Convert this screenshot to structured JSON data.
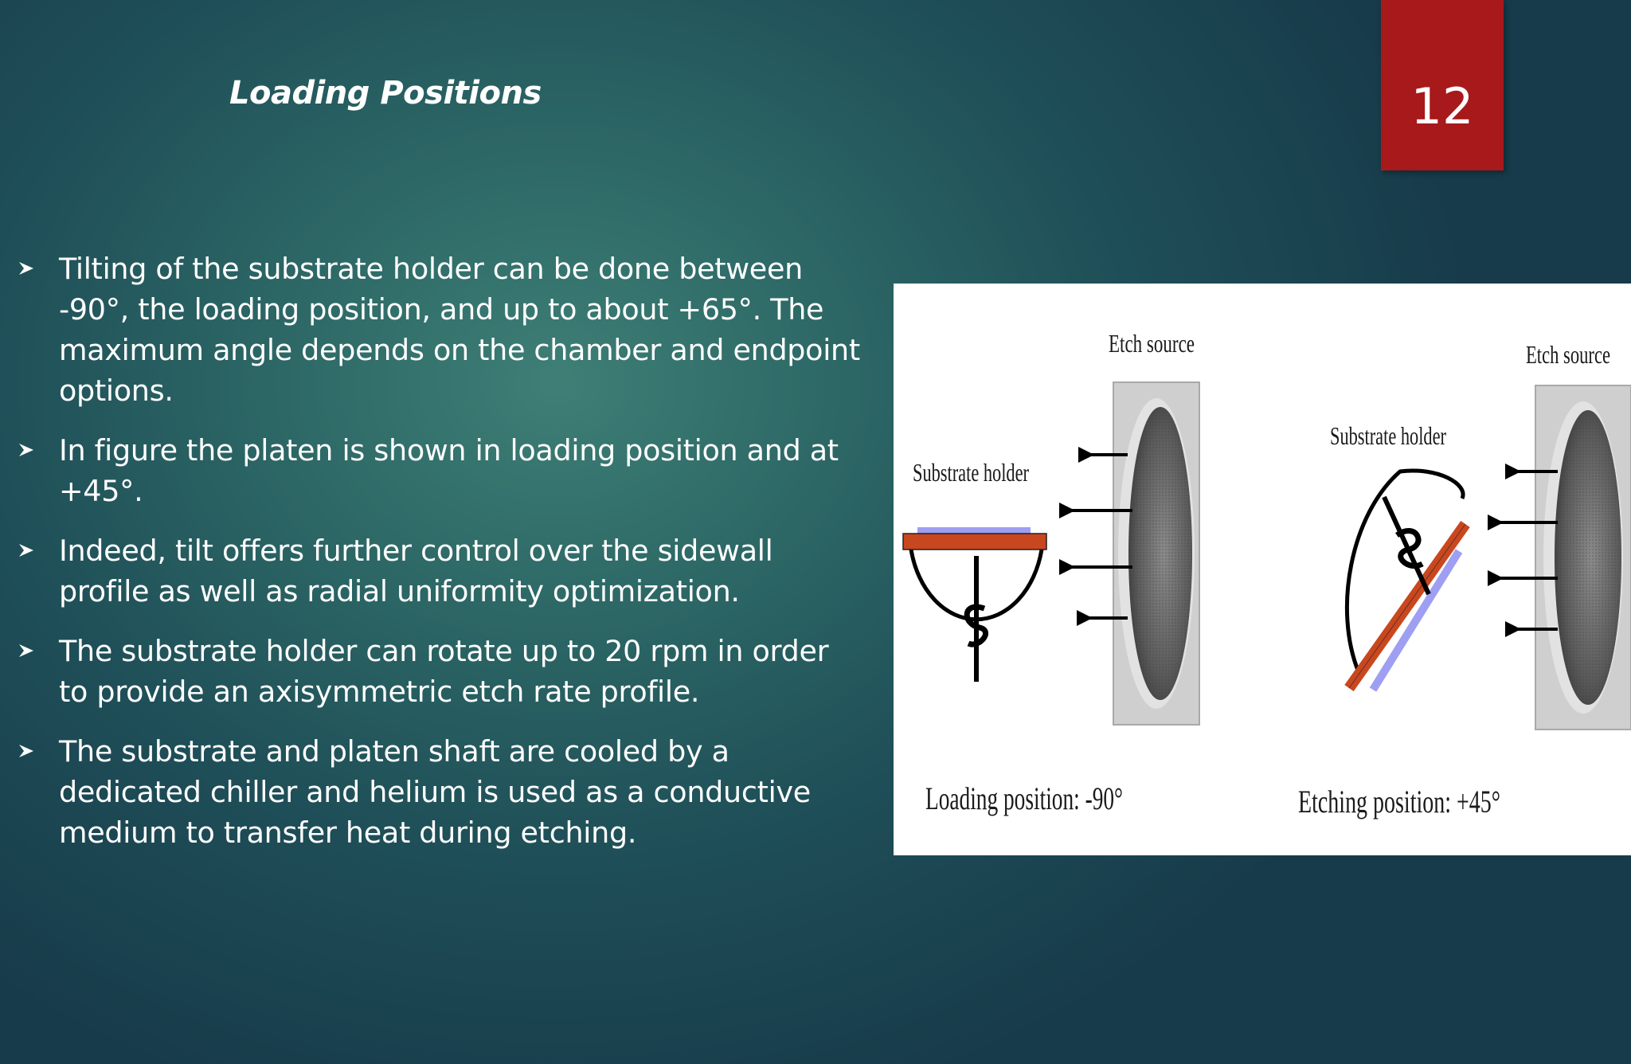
{
  "slide": {
    "title": "Loading Positions",
    "page_number": "12"
  },
  "bullets": [
    "Tilting of the substrate holder can be done between -90°, the loading position, and up to about +65°. The maximum angle depends on the chamber and endpoint options.",
    "In figure the platen is shown in loading position and at +45°.",
    "Indeed, tilt offers further control over the sidewall profile as well as radial uniformity optimization.",
    "The substrate holder can rotate up to 20 rpm in order to provide an axisymmetric etch rate profile.",
    "The substrate and platen shaft are cooled by a dedicated chiller and helium is used as a conductive medium to transfer heat during etching."
  ],
  "figure": {
    "left_panel": {
      "etch_source_label": "Etch source",
      "substrate_holder_label": "Substrate holder",
      "caption": "Loading position: -90°"
    },
    "right_panel": {
      "etch_source_label": "Etch source",
      "substrate_holder_label": "Substrate holder",
      "caption": "Etching position: +45°"
    }
  },
  "colors": {
    "page_box": "#a8191b",
    "platen": "#c9471f",
    "substrate": "#9e9ef2",
    "background_center": "#3e7f76",
    "background_edge": "#173b4a"
  }
}
